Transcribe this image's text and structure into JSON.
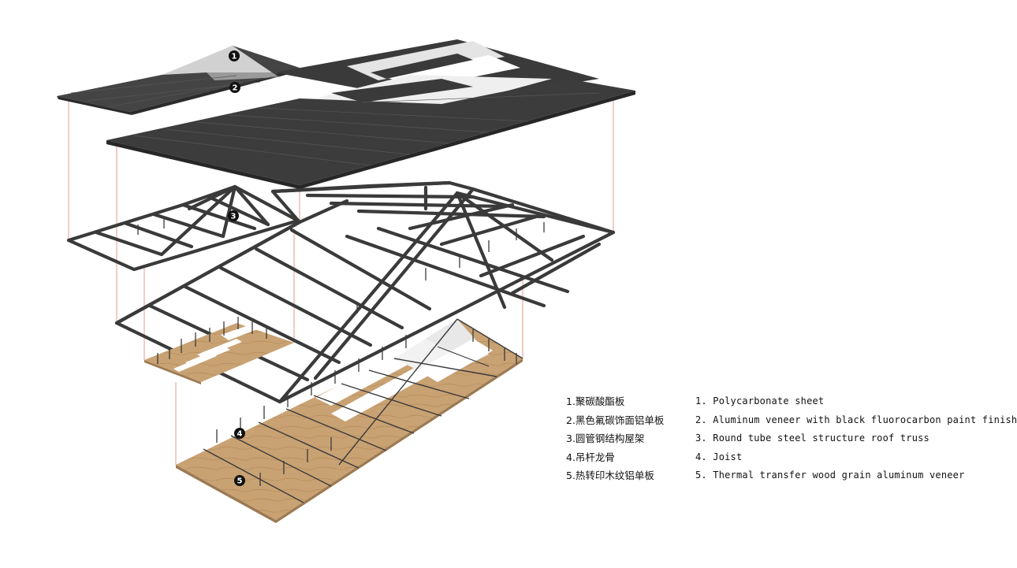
{
  "markers": [
    "1",
    "2",
    "3",
    "4",
    "5"
  ],
  "legend": [
    {
      "cn": "1.聚碳酸酯板",
      "en": "1. Polycarbonate sheet"
    },
    {
      "cn": "2.黑色氟碳饰面铝单板",
      "en": "2. Aluminum veneer with black fluorocarbon paint finish"
    },
    {
      "cn": "3.圆管钢结构屋架",
      "en": "3. Round tube steel structure roof truss"
    },
    {
      "cn": "4.吊杆龙骨",
      "en": "4. Joist"
    },
    {
      "cn": "5.热转印木纹铝单板",
      "en": "5. Thermal transfer wood grain aluminum veneer"
    }
  ],
  "colors": {
    "roof_dark": "#3c3c3c",
    "roof_mid": "#5a5a5a",
    "polycarbonate": "#d6d6d6",
    "steel": "#3a3a3a",
    "wood": "#c9a273",
    "guide_line": "#e8998f"
  }
}
